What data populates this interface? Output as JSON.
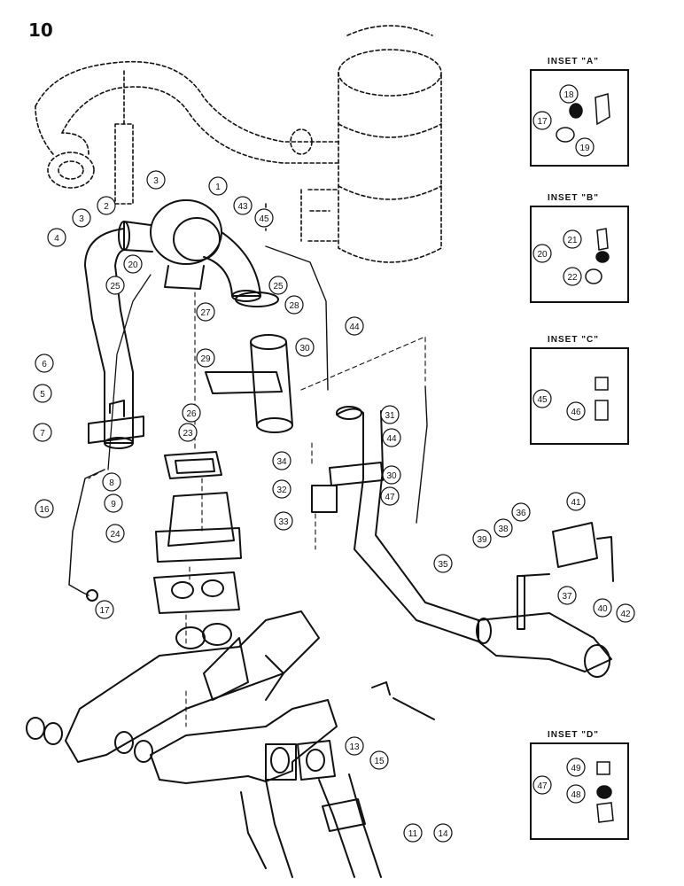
{
  "page_number": "10",
  "insets": [
    {
      "title": "INSET \"A\"",
      "ref": "17",
      "parts": [
        "18",
        "19"
      ]
    },
    {
      "title": "INSET \"B\"",
      "ref": "20",
      "parts": [
        "21",
        "22"
      ]
    },
    {
      "title": "INSET \"C\"",
      "ref": "45",
      "parts": [
        "46"
      ]
    },
    {
      "title": "INSET \"D\"",
      "ref": "47",
      "parts": [
        "49",
        "48"
      ]
    }
  ],
  "callouts": [
    "1",
    "2",
    "3",
    "3",
    "4",
    "5",
    "6",
    "7",
    "8",
    "9",
    "11",
    "13",
    "14",
    "15",
    "16",
    "17",
    "20",
    "23",
    "24",
    "25",
    "25",
    "26",
    "27",
    "28",
    "29",
    "30",
    "30",
    "31",
    "32",
    "33",
    "34",
    "35",
    "36",
    "37",
    "38",
    "39",
    "40",
    "41",
    "42",
    "43",
    "44",
    "44",
    "45",
    "47"
  ]
}
